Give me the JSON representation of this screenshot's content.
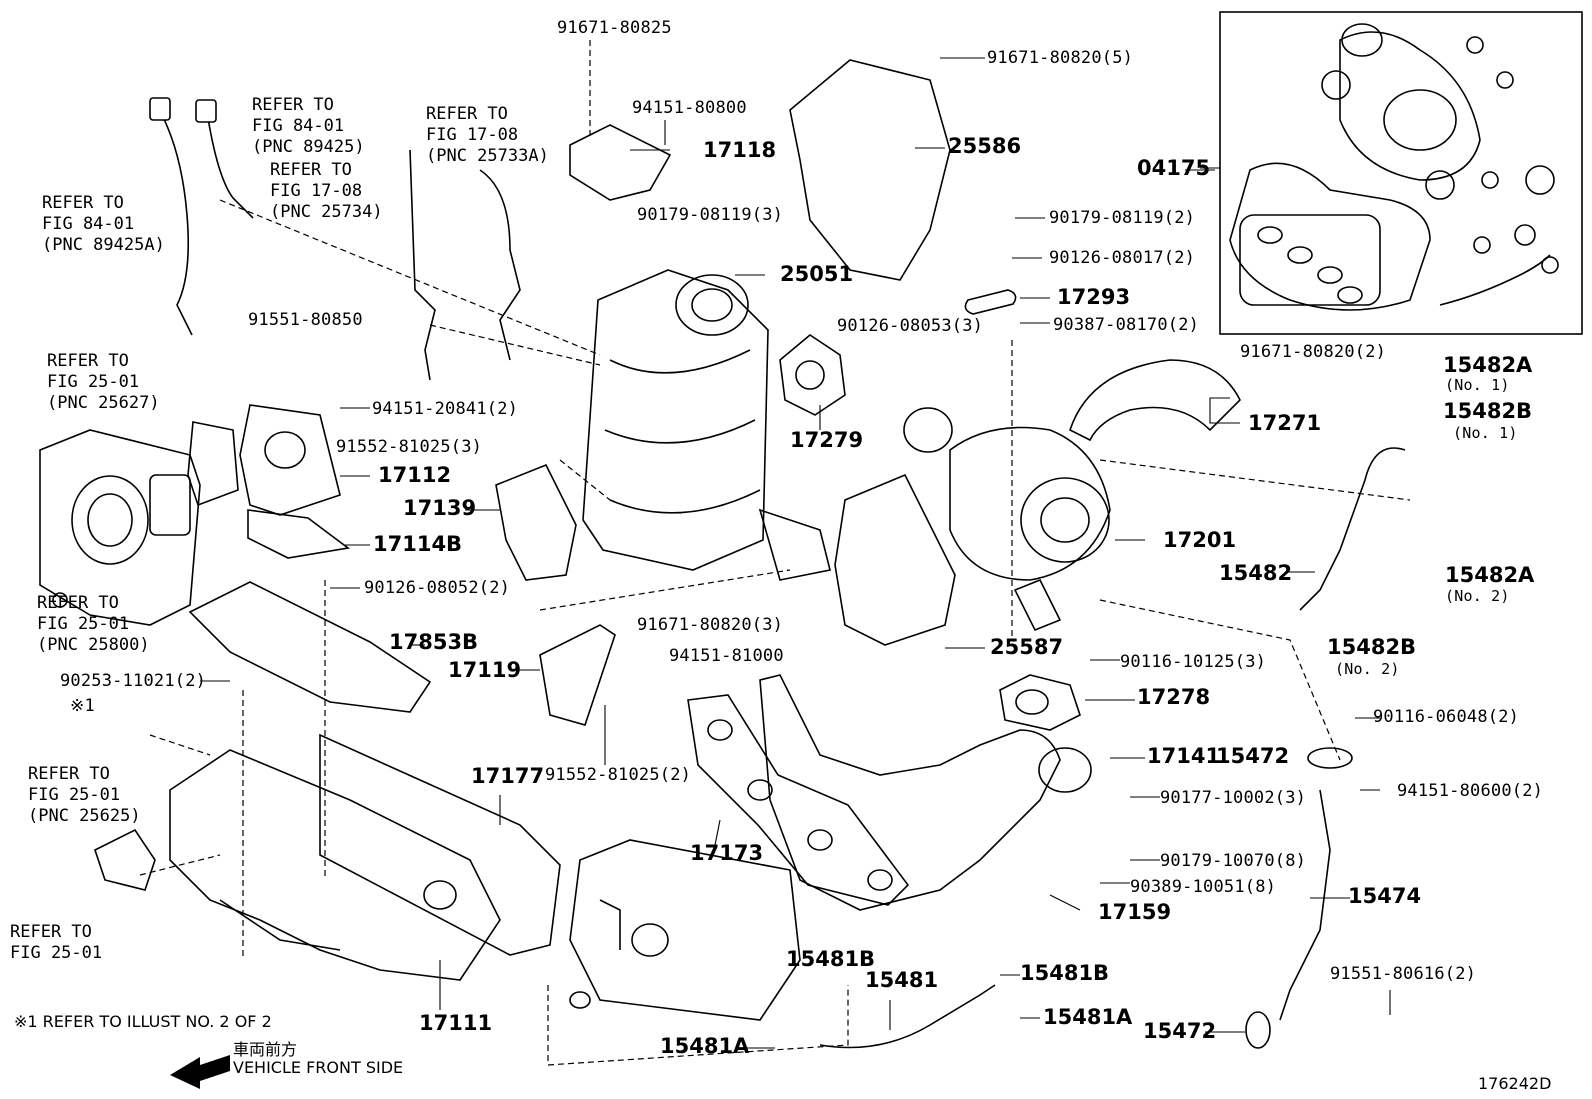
{
  "labels": {
    "p91671_80825": "91671-80825",
    "p94151_80800": "94151-80800",
    "p17118": "17118",
    "p91671_80820_5": "91671-80820(5)",
    "p25586": "25586",
    "p04175": "04175",
    "p90179_08119_3": "90179-08119(3)",
    "p25051": "25051",
    "p90179_08119_2": "90179-08119(2)",
    "p90126_08017_2": "90126-08017(2)",
    "p17293": "17293",
    "p90387_08170_2": "90387-08170(2)",
    "p90126_08053_3": "90126-08053(3)",
    "p17279": "17279",
    "p91671_80820_2": "91671-80820(2)",
    "p15482A_1": "15482A",
    "p15482A_1_sub": "(No. 1)",
    "p15482B_1": "15482B",
    "p15482B_1_sub": "(No. 1)",
    "p17271": "17271",
    "p91551_80850": "91551-80850",
    "p94151_20841_2": "94151-20841(2)",
    "p91552_81025_3": "91552-81025(3)",
    "p17112": "17112",
    "p17139": "17139",
    "p17114B": "17114B",
    "p17201": "17201",
    "p15482": "15482",
    "p15482A_2": "15482A",
    "p15482A_2_sub": "(No. 2)",
    "p15482B_2": "15482B",
    "p15482B_2_sub": "(No. 2)",
    "p90126_08052_2": "90126-08052(2)",
    "p17853B": "17853B",
    "p91671_80820_3": "91671-80820(3)",
    "p94151_81000": "94151-81000",
    "p17119": "17119",
    "p25587": "25587",
    "p90116_10125_3": "90116-10125(3)",
    "p90253_11021_2": "90253-11021(2)",
    "p17278": "17278",
    "p91552_81025_2": "91552-81025(2)",
    "p90116_06048_2": "90116-06048(2)",
    "p15472_a": "15472",
    "p17141": "17141",
    "p94151_80600_2": "94151-80600(2)",
    "p17177": "17177",
    "p90177_10002_3": "90177-10002(3)",
    "p17173": "17173",
    "p90179_10070_8": "90179-10070(8)",
    "p90389_10051_8": "90389-10051(8)",
    "p15474": "15474",
    "p17159": "17159",
    "p91551_80616_2": "91551-80616(2)",
    "p15481B_a": "15481B",
    "p15481": "15481",
    "p15481B_b": "15481B",
    "p15481A_a": "15481A",
    "p15481A_b": "15481A",
    "p15472_b": "15472",
    "p17111": "17111",
    "mark1": "※1"
  },
  "refs": {
    "r1": [
      "REFER TO",
      "FIG 84-01",
      "(PNC 89425A)"
    ],
    "r2": [
      "REFER TO",
      "FIG 84-01",
      "(PNC 89425)"
    ],
    "r3": [
      "REFER TO",
      "FIG 17-08",
      "(PNC 25734)"
    ],
    "r4": [
      "REFER TO",
      "FIG 17-08",
      "(PNC 25733A)"
    ],
    "r5": [
      "REFER TO",
      "FIG 25-01",
      "(PNC 25627)"
    ],
    "r6": [
      "REFER TO",
      "FIG 25-01",
      "(PNC 25800)"
    ],
    "r7": [
      "REFER TO",
      "FIG 25-01",
      "(PNC 25625)"
    ],
    "r8": [
      "REFER TO",
      "FIG 25-01"
    ]
  },
  "footer": {
    "note": "※1  REFER TO ILLUST NO. 2 OF 2",
    "front_jp": "車両前方",
    "front_en": "VEHICLE FRONT SIDE",
    "diagram_id": "176242D"
  }
}
